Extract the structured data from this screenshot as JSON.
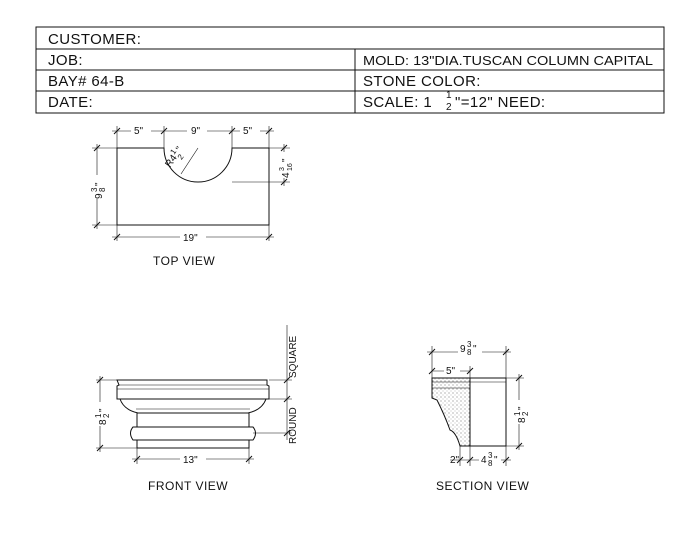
{
  "title_block": {
    "customer": "CUSTOMER:",
    "job": "JOB:",
    "bay": "BAY# 64-B",
    "date": "DATE:",
    "mold": "MOLD: 13\"DIA.TUSCAN COLUMN CAPITAL",
    "stone_color": "STONE COLOR:",
    "scale_prefix": "SCALE: 1",
    "scale_frac_num": "1",
    "scale_frac_den": "2",
    "scale_suffix": "\"=12\" NEED:"
  },
  "top_view": {
    "caption": "TOP VIEW",
    "dim_left": "5\"",
    "dim_mid": "9\"",
    "dim_right": "5\"",
    "dim_width": "19\"",
    "dim_height": "9",
    "dim_height_frac": "3",
    "dim_height_frac_den": "8",
    "dim_height_unit": "\"",
    "radius": "R4",
    "radius_frac": "1",
    "radius_frac_den": "2",
    "radius_unit": "\"",
    "dim_depth": "4",
    "dim_depth_frac": "3",
    "dim_depth_frac_den": "16",
    "dim_depth_unit": "\""
  },
  "front_view": {
    "caption": "FRONT VIEW",
    "dim_base": "13\"",
    "dim_height": "8",
    "dim_height_frac": "1",
    "dim_height_frac_den": "2",
    "dim_height_unit": "\"",
    "label_square": "SQUARE",
    "label_round": "ROUND"
  },
  "section_view": {
    "caption": "SECTION VIEW",
    "dim_top": "9",
    "dim_top_frac": "3",
    "dim_top_frac_den": "8",
    "dim_top_unit": "\"",
    "dim_inner": "5\"",
    "dim_height": "8",
    "dim_height_frac": "1",
    "dim_height_frac_den": "2",
    "dim_height_unit": "\"",
    "dim_bottom_left": "2\"",
    "dim_bottom_right": "4",
    "dim_bottom_right_frac": "3",
    "dim_bottom_right_frac_den": "8",
    "dim_bottom_right_unit": "\""
  }
}
